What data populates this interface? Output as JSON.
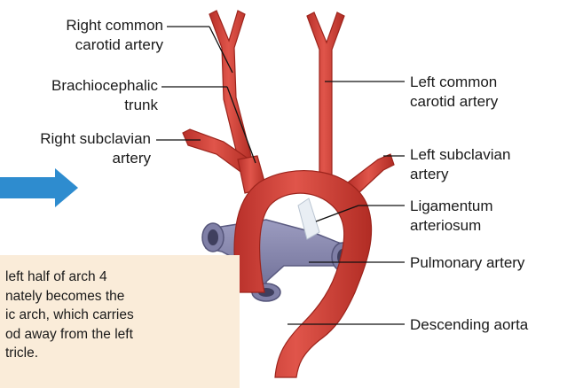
{
  "labels": {
    "right_common_carotid": [
      "Right common",
      "carotid artery"
    ],
    "brachiocephalic": [
      "Brachiocephalic",
      "trunk"
    ],
    "right_subclavian": [
      "Right subclavian",
      "artery"
    ],
    "left_common_carotid": [
      "Left common",
      "carotid artery"
    ],
    "left_subclavian": [
      "Left subclavian",
      "artery"
    ],
    "ligamentum": [
      "Ligamentum",
      "arteriosum"
    ],
    "pulmonary": "Pulmonary artery",
    "descending": "Descending aorta"
  },
  "note": {
    "lines": [
      "left half of arch 4",
      "nately becomes the",
      "ic arch, which carries",
      "od away from the left",
      "tricle."
    ]
  },
  "colors": {
    "artery": "#d8433a",
    "artery_dark": "#a9281f",
    "pulmonary": "#7f7fa6",
    "arrow": "#2e8ccf",
    "note_bg": "#faecd9"
  }
}
